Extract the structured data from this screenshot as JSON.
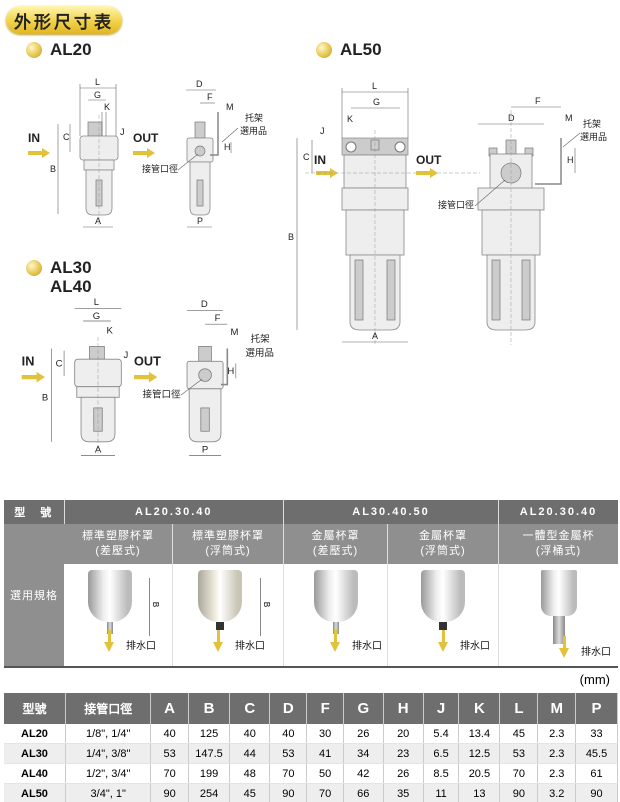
{
  "title": "外形尺寸表",
  "models": {
    "al20": "AL20",
    "al30": "AL30",
    "al40": "AL40",
    "al50": "AL50"
  },
  "diagram": {
    "in": "IN",
    "out": "OUT",
    "L": "L",
    "G": "G",
    "K": "K",
    "J": "J",
    "C": "C",
    "B": "B",
    "A": "A",
    "D": "D",
    "F": "F",
    "M": "M",
    "H": "H",
    "P": "P",
    "bracket": "托架",
    "optional": "選用品",
    "port": "接管口徑"
  },
  "spec_table": {
    "model_label": "型　號",
    "groups": [
      "AL20.30.40",
      "AL30.40.50",
      "AL20.30.40"
    ],
    "row_label": "選用規格",
    "options": [
      {
        "line1": "標準塑膠杯罩",
        "line2": "(差壓式)"
      },
      {
        "line1": "標準塑膠杯罩",
        "line2": "(浮筒式)"
      },
      {
        "line1": "金屬杯罩",
        "line2": "(差壓式)"
      },
      {
        "line1": "金屬杯罩",
        "line2": "(浮筒式)"
      },
      {
        "line1": "一體型金屬杯",
        "line2": "(浮桶式)"
      }
    ],
    "b_label": "B",
    "drain": "排水口"
  },
  "unit": "(mm)",
  "dim_table": {
    "headers": [
      "型號",
      "接管口徑",
      "A",
      "B",
      "C",
      "D",
      "F",
      "G",
      "H",
      "J",
      "K",
      "L",
      "M",
      "P"
    ],
    "rows": [
      [
        "AL20",
        "1/8\", 1/4\"",
        "40",
        "125",
        "40",
        "40",
        "30",
        "26",
        "20",
        "5.4",
        "13.4",
        "45",
        "2.3",
        "33"
      ],
      [
        "AL30",
        "1/4\", 3/8\"",
        "53",
        "147.5",
        "44",
        "53",
        "41",
        "34",
        "23",
        "6.5",
        "12.5",
        "53",
        "2.3",
        "45.5"
      ],
      [
        "AL40",
        "1/2\", 3/4\"",
        "70",
        "199",
        "48",
        "70",
        "50",
        "42",
        "26",
        "8.5",
        "20.5",
        "70",
        "2.3",
        "61"
      ],
      [
        "AL50",
        "3/4\",  1\"",
        "90",
        "254",
        "45",
        "90",
        "70",
        "66",
        "35",
        "11",
        "13",
        "90",
        "3.2",
        "90"
      ]
    ]
  },
  "colors": {
    "gold": "#e2c23a",
    "header": "#6e6e6e",
    "spec": "#8f8f8f"
  }
}
